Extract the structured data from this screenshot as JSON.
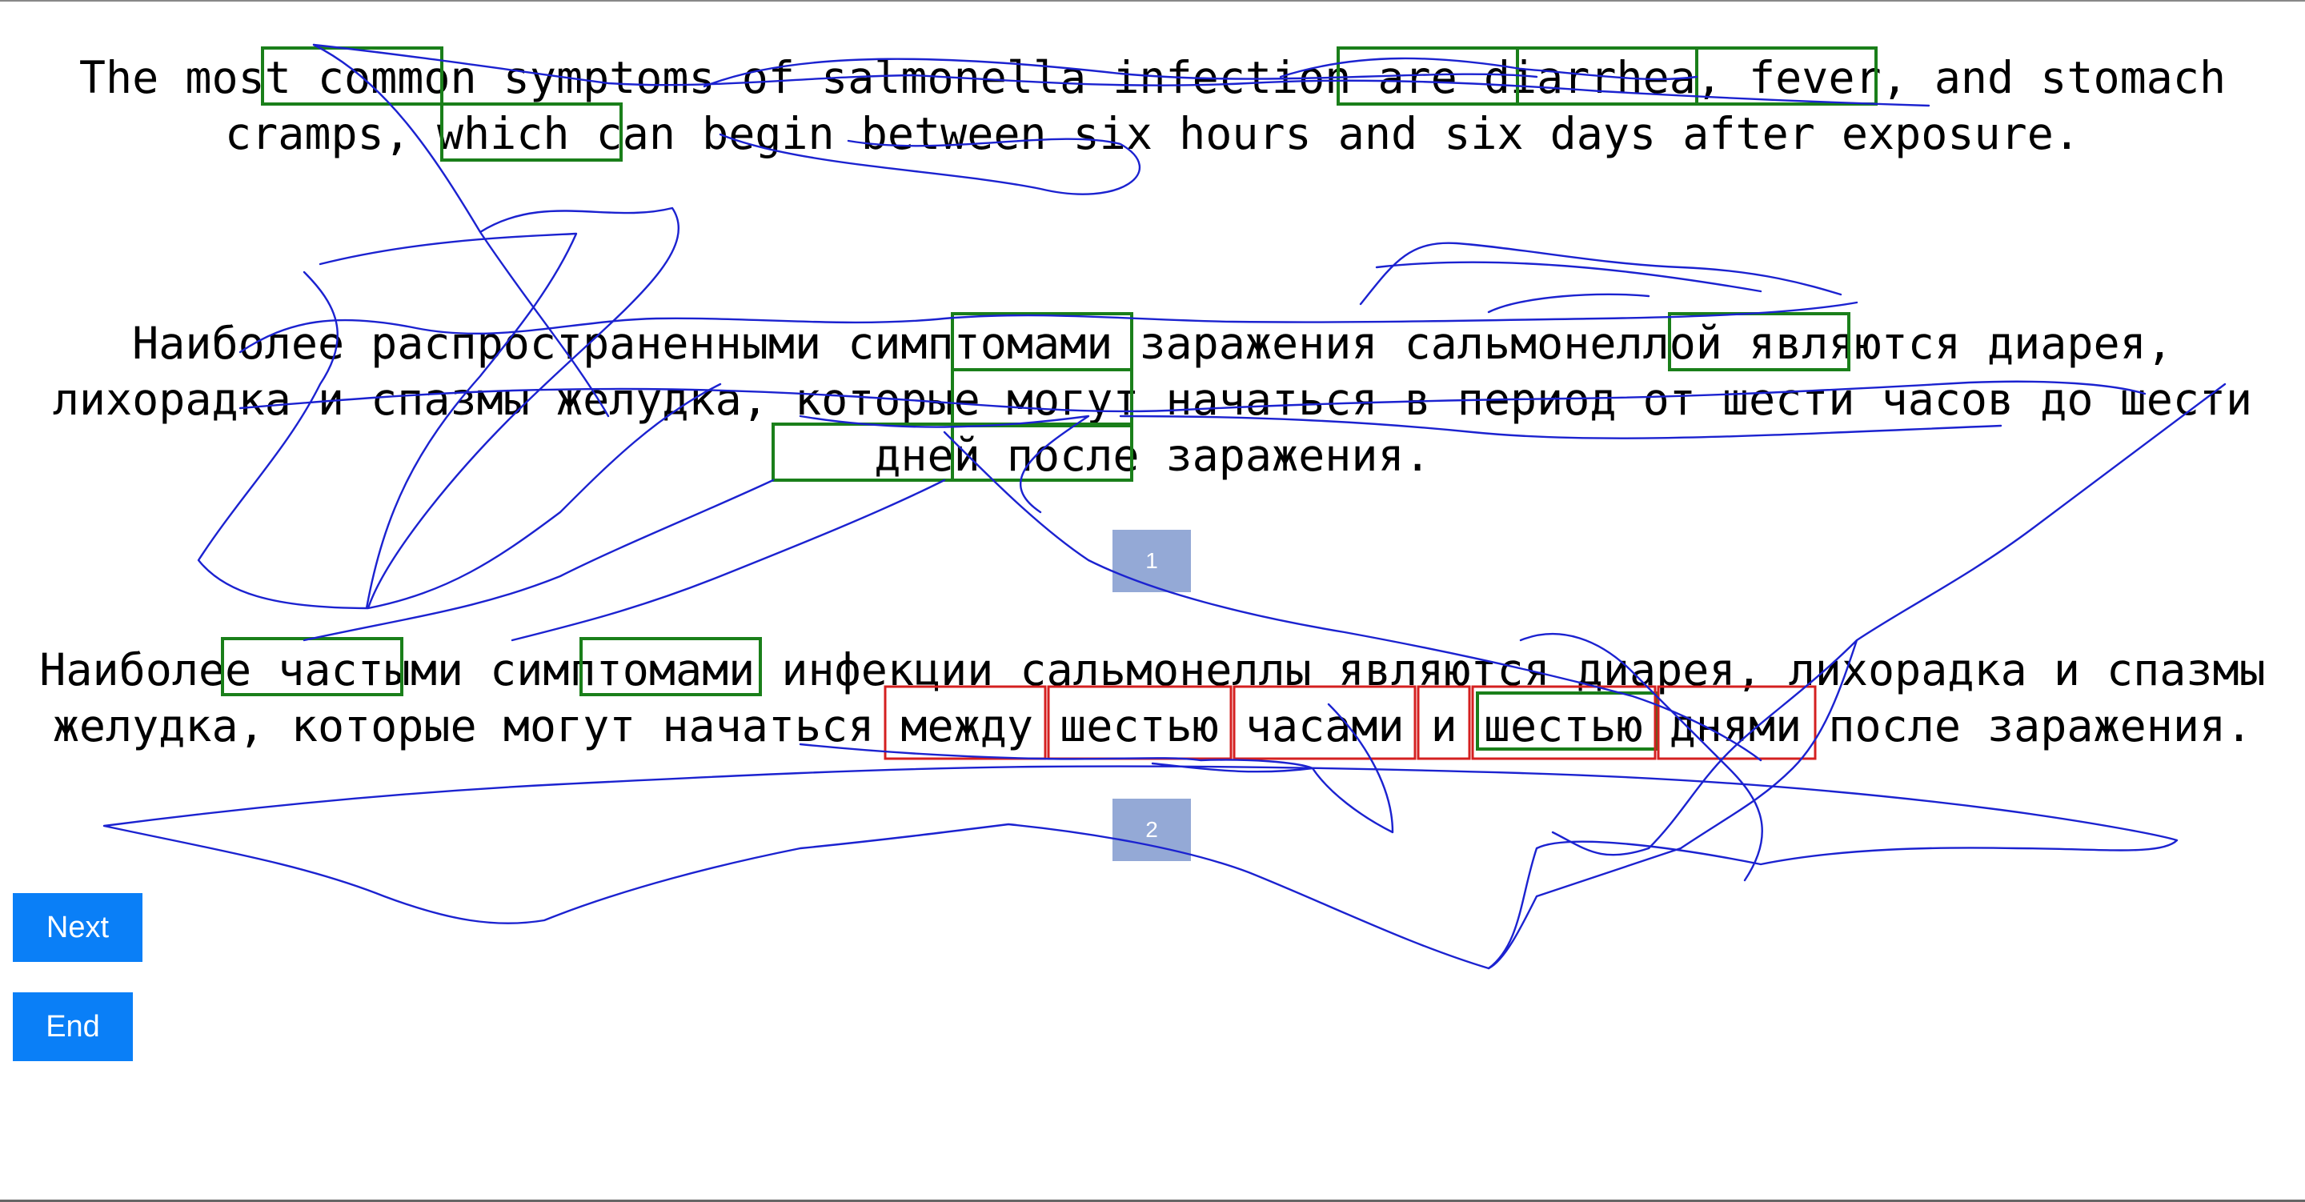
{
  "paragraphs": {
    "english": {
      "line1": "The most common symptoms of salmonella infection are diarrhea, fever, and stomach",
      "line2": "cramps, which can begin between six hours and six days after exposure."
    },
    "russian_1": {
      "line1": "Наиболее распространенными симптомами заражения сальмонеллой являются диарея,",
      "line2": "лихорадка и спазмы желудка, которые могут начаться в период от шести часов до шести",
      "line3": "дней после заражения."
    },
    "russian_2": {
      "line1": "Наиболее частыми симптомами инфекции сальмонеллы являются диарея, лихорадка и спазмы",
      "line2": "желудка, которые могут начаться между шестью часами и шестью днями после заражения."
    }
  },
  "pages": {
    "label_1": "1",
    "label_2": "2"
  },
  "buttons": {
    "next_label": "Next",
    "end_label": "End"
  },
  "colors": {
    "fixation_box_aligned": "#1a7f1a",
    "fixation_box_highlight": "#d42020",
    "gaze_trace": "#1b22d0",
    "button": "#0a7ff7",
    "page_badge": "#94a9d6"
  }
}
